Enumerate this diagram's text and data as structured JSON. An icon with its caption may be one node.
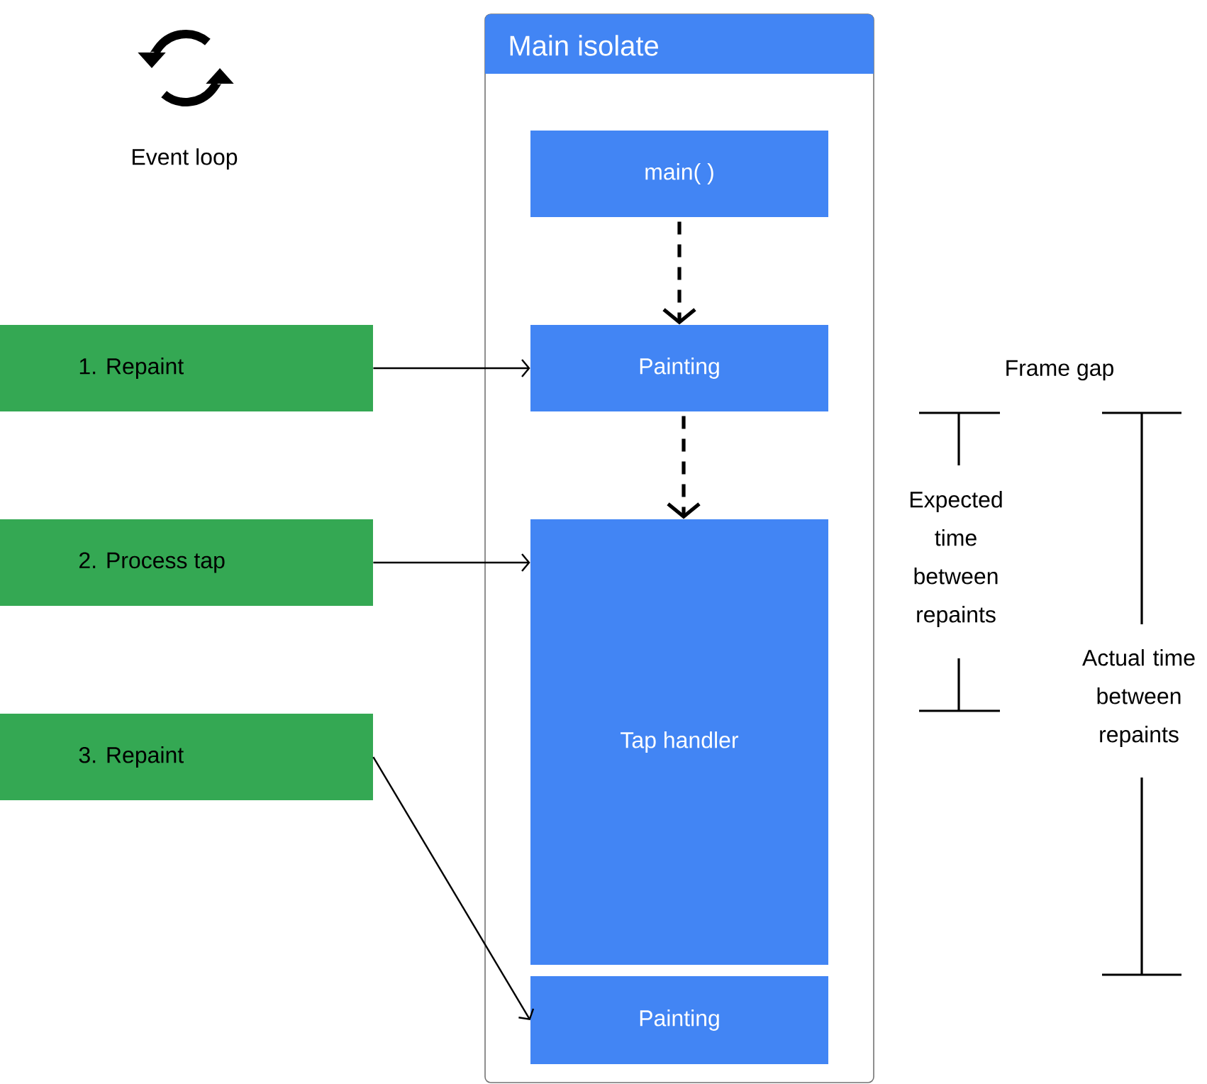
{
  "diagram": {
    "nodes": [
      {
        "text": [
          "Main isolate"
        ]
      },
      {
        "text": [
          "main( )"
        ],
        "in": 0
      },
      {
        "text": [
          "Painting"
        ],
        "in": 0
      },
      {
        "text": [
          "Tap handler"
        ],
        "in": 0
      },
      {
        "text": [
          "Painting"
        ],
        "in": 0
      },
      {
        "text": [
          "1. Repaint"
        ]
      },
      {
        "text": [
          "2. Process tap"
        ]
      },
      {
        "text": [
          "3. Repaint"
        ]
      }
    ],
    "edges": [
      {
        "from": 1,
        "to": 2,
        "arrow": "to",
        "style": "dashed"
      },
      {
        "from": 2,
        "to": 3,
        "arrow": "to",
        "style": "dashed"
      },
      {
        "from": 5,
        "to": 2,
        "arrow": "to"
      },
      {
        "from": 6,
        "to": 3,
        "arrow": "to"
      },
      {
        "from": 7,
        "to": 4,
        "arrow": "to"
      }
    ],
    "labels": [
      "Event loop",
      "Frame gap",
      "Expected time between repaints",
      "Actual time between repaints"
    ]
  }
}
